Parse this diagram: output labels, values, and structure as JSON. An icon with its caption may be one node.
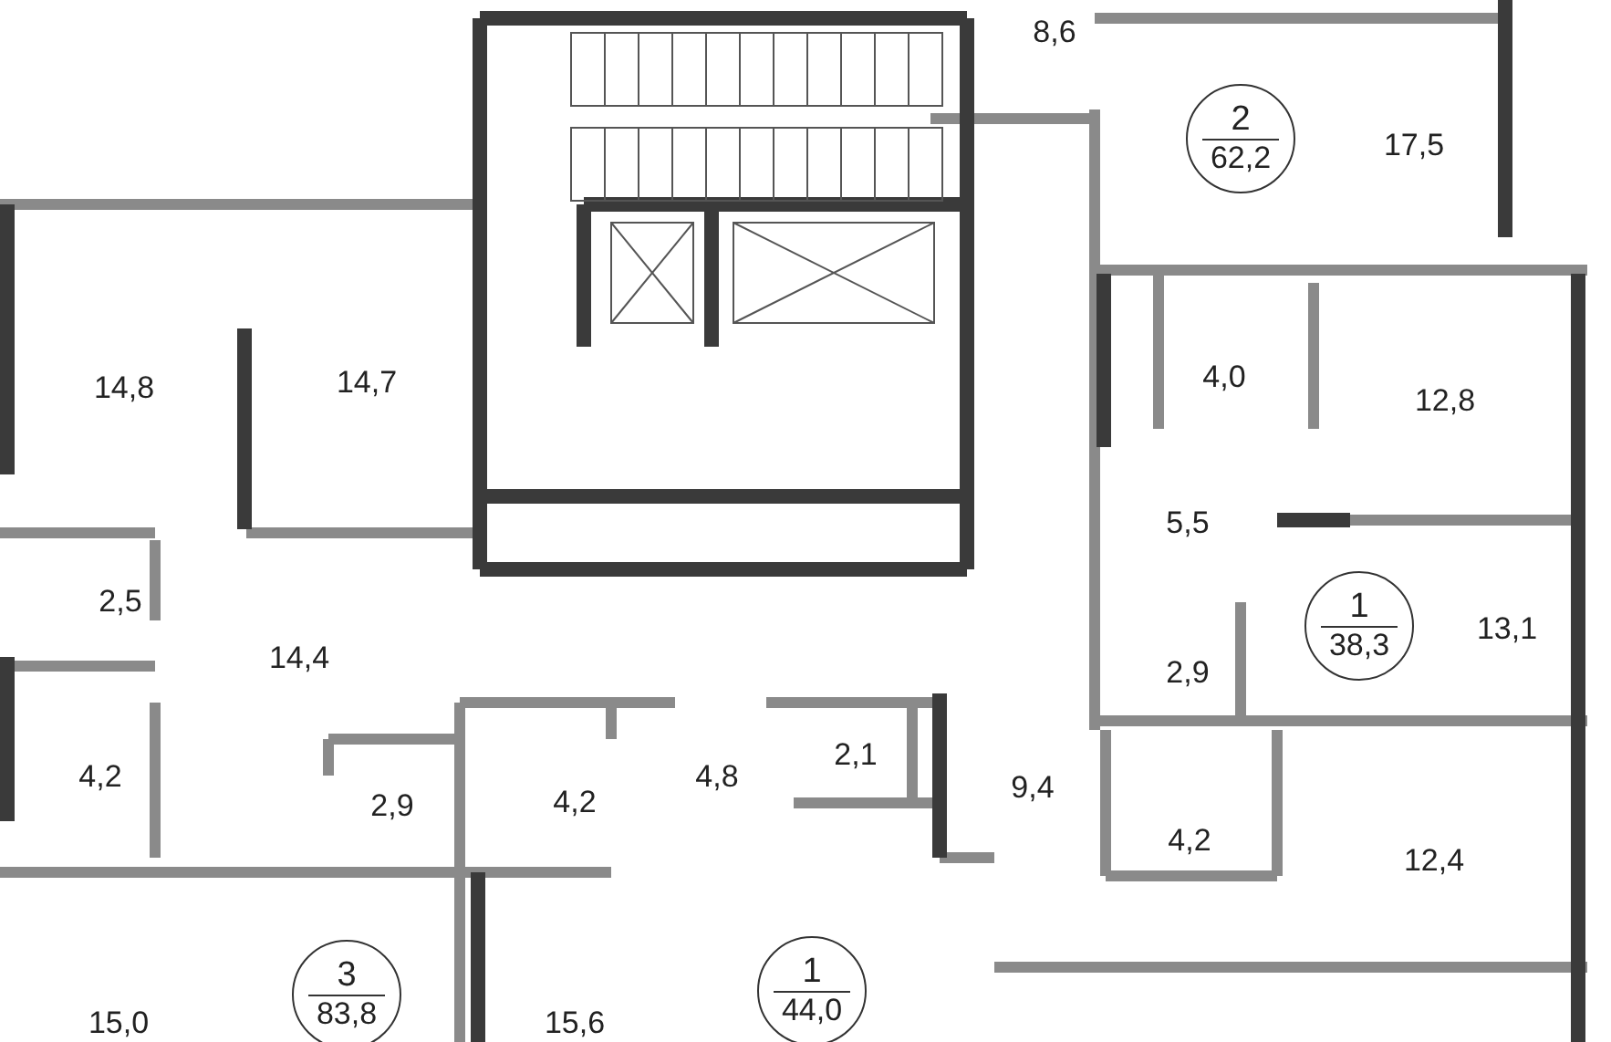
{
  "diagram": {
    "nodes": [
      {
        "text": [
          "2",
          "62,2"
        ]
      },
      {
        "text": [
          "1",
          "38,3"
        ]
      },
      {
        "text": [
          "3",
          "83,8"
        ]
      },
      {
        "text": [
          "1",
          "44,0"
        ]
      }
    ],
    "labels": [
      "8,6",
      "17,5",
      "14,8",
      "14,7",
      "4,0",
      "12,8",
      "5,5",
      "2,5",
      "13,1",
      "14,4",
      "2,9",
      "4,2",
      "4,2",
      "4,8",
      "2,1",
      "9,4",
      "2,9",
      "4,2",
      "12,4",
      "15,0",
      "15,6"
    ]
  }
}
